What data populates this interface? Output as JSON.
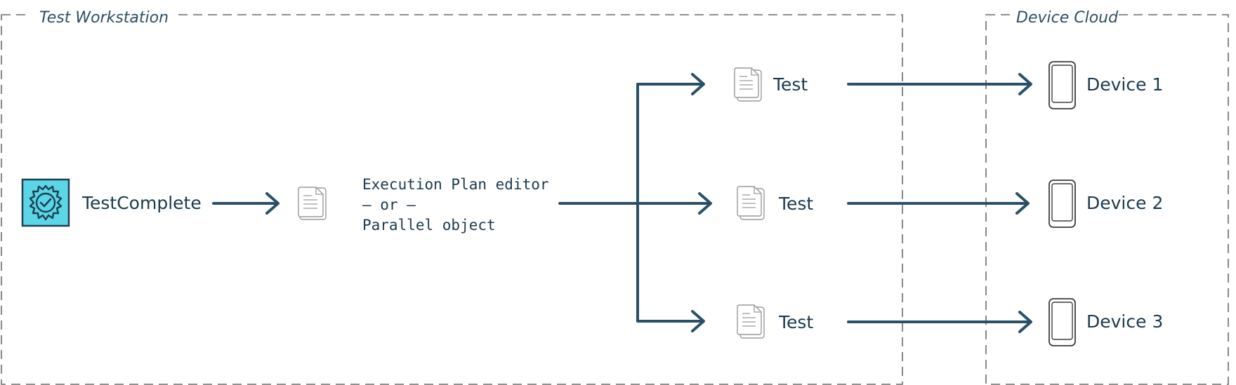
{
  "groups": {
    "workstation": {
      "label": "Test Workstation"
    },
    "cloud": {
      "label": "Device Cloud"
    }
  },
  "nodes": {
    "app": {
      "label": "TestComplete",
      "icon": "gear-check-icon"
    },
    "plan": {
      "icon": "document-icon",
      "line1": "Execution Plan editor",
      "line2": "– or –",
      "line3": "Parallel object"
    },
    "tests": [
      {
        "label": "Test",
        "icon": "document-icon"
      },
      {
        "label": "Test",
        "icon": "document-icon"
      },
      {
        "label": "Test",
        "icon": "document-icon"
      }
    ],
    "devices": [
      {
        "label": "Device 1",
        "icon": "phone-icon"
      },
      {
        "label": "Device 2",
        "icon": "phone-icon"
      },
      {
        "label": "Device 3",
        "icon": "phone-icon"
      }
    ]
  },
  "colors": {
    "arrow": "#2a5068",
    "app_icon_fill": "#5ad6e6",
    "text": "#1c3a4e",
    "frame": "#6b6b6b"
  }
}
